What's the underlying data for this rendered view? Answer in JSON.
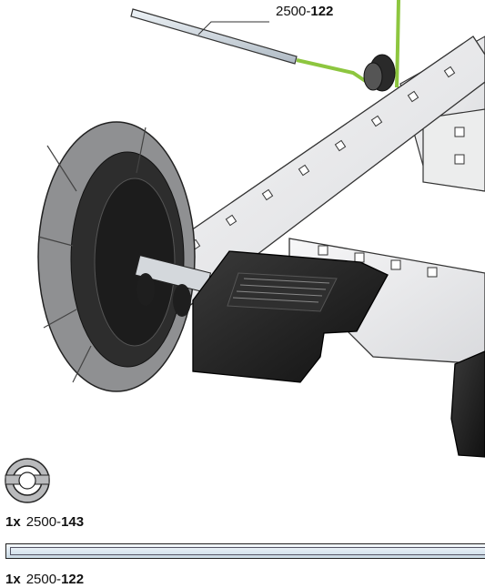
{
  "diagram": {
    "callout_prefix": "2500-",
    "callout_number": "122"
  },
  "bom": [
    {
      "qty": "1x",
      "prefix": "2500-",
      "number": "143",
      "icon": "spacer-icon"
    },
    {
      "qty": "1x",
      "prefix": "2500-",
      "number": "122",
      "icon": "axle-icon"
    }
  ],
  "colors": {
    "highlight_green": "#8dc63f",
    "metal_light": "#f2f3f5",
    "wheel_gray": "#8f9092",
    "motor_black": "#1e1e1e"
  }
}
